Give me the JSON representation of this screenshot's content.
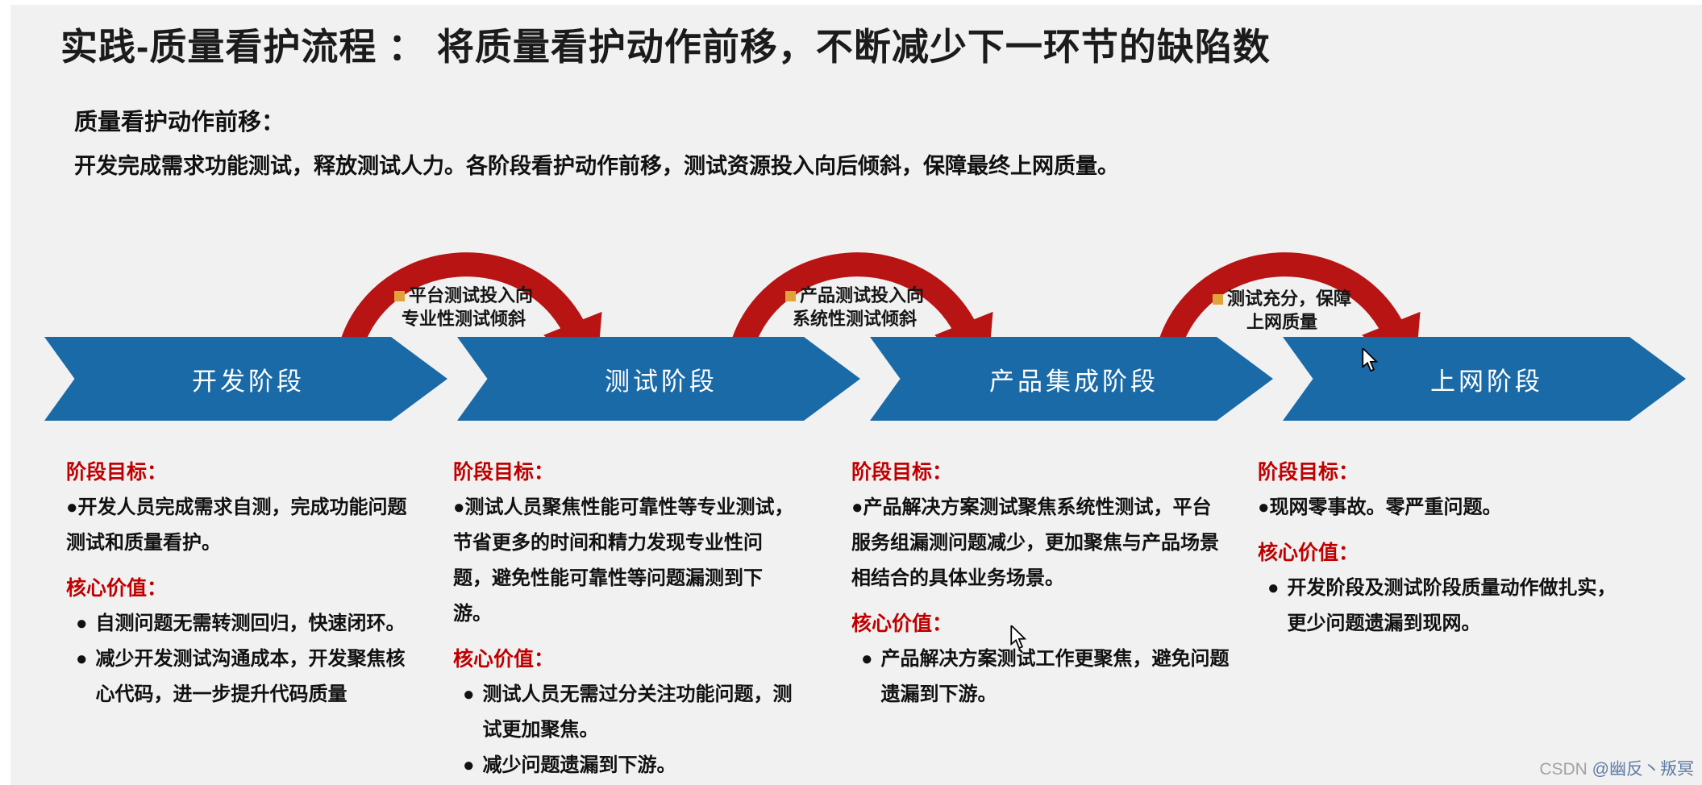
{
  "glyphs": {
    "bullet": "●"
  },
  "header": {
    "title": "实践-质量看护流程 ： 将质量看护动作前移，不断减少下一环节的缺陷数"
  },
  "intro": {
    "heading": "质量看护动作前移：",
    "body": "开发完成需求功能测试，释放测试人力。各阶段看护动作前移，测试资源投入向后倾斜，保障最终上网质量。"
  },
  "flow": {
    "stages": [
      {
        "label": "开发阶段"
      },
      {
        "label": "测试阶段"
      },
      {
        "label": "产品集成阶段"
      },
      {
        "label": "上网阶段"
      }
    ],
    "transitions": [
      {
        "line1": "平台测试投入向",
        "line2": "专业性测试倾斜"
      },
      {
        "line1": "产品测试投入向",
        "line2": "系统性测试倾斜"
      },
      {
        "line1": "测试充分，保障",
        "line2": "上网质量"
      }
    ]
  },
  "columns": [
    {
      "goal_label": "阶段目标：",
      "goal": "开发人员完成需求自测，完成功能问题测试和质量看护。",
      "value_label": "核心价值：",
      "values": [
        "自测问题无需转测回归，快速闭环。",
        "减少开发测试沟通成本，开发聚焦核心代码，进一步提升代码质量"
      ]
    },
    {
      "goal_label": "阶段目标：",
      "goal": "测试人员聚焦性能可靠性等专业测试，节省更多的时间和精力发现专业性问题，避免性能可靠性等问题漏测到下游。",
      "value_label": "核心价值：",
      "values": [
        "测试人员无需过分关注功能问题，测试更加聚焦。",
        "减少问题遗漏到下游。"
      ]
    },
    {
      "goal_label": "阶段目标：",
      "goal": "产品解决方案测试聚焦系统性测试，平台服务组漏测问题减少，更加聚焦与产品场景相结合的具体业务场景。",
      "value_label": "核心价值：",
      "values": [
        "产品解决方案测试工作更聚焦，避免问题遗漏到下游。"
      ]
    },
    {
      "goal_label": "阶段目标：",
      "goal": "现网零事故。零严重问题。",
      "value_label": "核心价值：",
      "values": [
        "开发阶段及测试阶段质量动作做扎实，更少问题遗漏到现网。"
      ]
    }
  ],
  "watermark": {
    "brand": "CSDN ",
    "handle": "@幽反丶叛冥"
  },
  "colors": {
    "stage_arrow_blue": "#1a6aa8",
    "transition_arrow_red": "#b81414",
    "section_heading_red": "#c00000",
    "transition_marker_orange": "#e2a23a",
    "background": "#f1f1f1"
  }
}
